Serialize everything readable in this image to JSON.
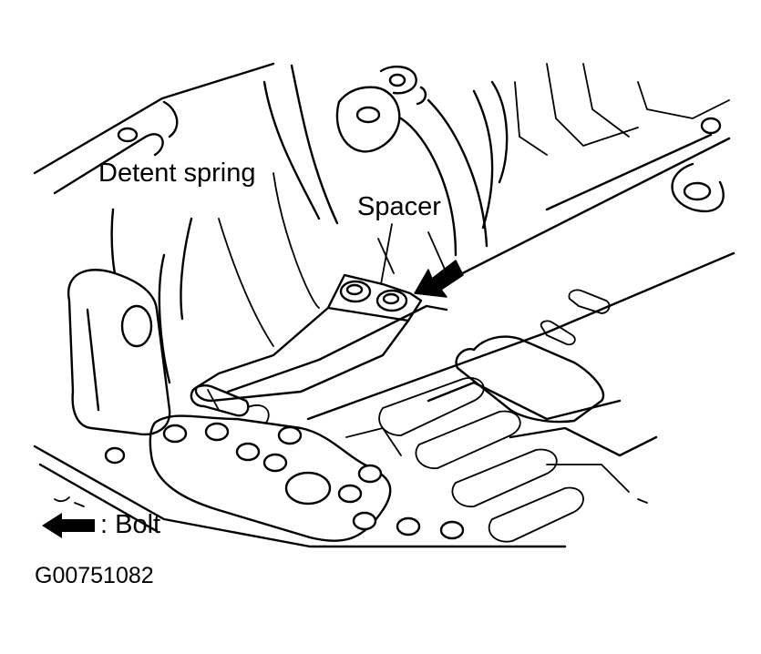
{
  "labels": {
    "detent_spring": "Detent spring",
    "spacer": "Spacer",
    "bolt_legend": ": Bolt",
    "figure_code": "G00751082"
  },
  "icons": {
    "bolt_pointer": "filled-black-arrow",
    "legend_arrow": "filled-black-arrow-left"
  },
  "colors": {
    "line": "#000000",
    "background": "#ffffff"
  }
}
